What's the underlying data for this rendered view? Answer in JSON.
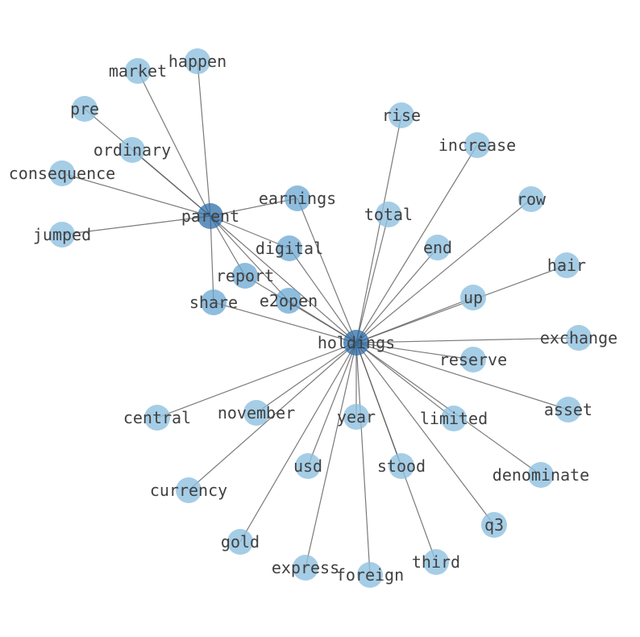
{
  "graph": {
    "type": "network",
    "colors": {
      "leaf": "#8fc0e0",
      "mid": "#6aa7d3",
      "hub": "#2e6da8",
      "edge": "#555555",
      "label": "#404040"
    },
    "nodes": [
      {
        "id": "holdings",
        "label": "holdings",
        "level": "hub"
      },
      {
        "id": "parent",
        "label": "parent",
        "level": "hub"
      },
      {
        "id": "happen",
        "label": "happen",
        "level": "leaf"
      },
      {
        "id": "market",
        "label": "market",
        "level": "leaf"
      },
      {
        "id": "pre",
        "label": "pre",
        "level": "leaf"
      },
      {
        "id": "ordinary",
        "label": "ordinary",
        "level": "leaf"
      },
      {
        "id": "consequence",
        "label": "consequence",
        "level": "leaf"
      },
      {
        "id": "jumped",
        "label": "jumped",
        "level": "leaf"
      },
      {
        "id": "earnings",
        "label": "earnings",
        "level": "mid"
      },
      {
        "id": "digital",
        "label": "digital",
        "level": "mid"
      },
      {
        "id": "report",
        "label": "report",
        "level": "mid"
      },
      {
        "id": "e2open",
        "label": "e2open",
        "level": "mid"
      },
      {
        "id": "share",
        "label": "share",
        "level": "mid"
      },
      {
        "id": "rise",
        "label": "rise",
        "level": "leaf"
      },
      {
        "id": "increase",
        "label": "increase",
        "level": "leaf"
      },
      {
        "id": "total",
        "label": "total",
        "level": "leaf"
      },
      {
        "id": "row",
        "label": "row",
        "level": "leaf"
      },
      {
        "id": "end",
        "label": "end",
        "level": "leaf"
      },
      {
        "id": "hair",
        "label": "hair",
        "level": "leaf"
      },
      {
        "id": "up",
        "label": "up",
        "level": "leaf"
      },
      {
        "id": "exchange",
        "label": "exchange",
        "level": "leaf"
      },
      {
        "id": "reserve",
        "label": "reserve",
        "level": "leaf"
      },
      {
        "id": "asset",
        "label": "asset",
        "level": "leaf"
      },
      {
        "id": "central",
        "label": "central",
        "level": "leaf"
      },
      {
        "id": "november",
        "label": "november",
        "level": "leaf"
      },
      {
        "id": "year",
        "label": "year",
        "level": "leaf"
      },
      {
        "id": "limited",
        "label": "limited",
        "level": "leaf"
      },
      {
        "id": "usd",
        "label": "usd",
        "level": "leaf"
      },
      {
        "id": "stood",
        "label": "stood",
        "level": "leaf"
      },
      {
        "id": "currency",
        "label": "currency",
        "level": "leaf"
      },
      {
        "id": "denominate",
        "label": "denominate",
        "level": "leaf"
      },
      {
        "id": "q3",
        "label": "q3",
        "level": "leaf"
      },
      {
        "id": "gold",
        "label": "gold",
        "level": "leaf"
      },
      {
        "id": "express",
        "label": "express",
        "level": "leaf"
      },
      {
        "id": "foreign",
        "label": "foreign",
        "level": "leaf"
      },
      {
        "id": "third",
        "label": "third",
        "level": "leaf"
      }
    ],
    "edges": [
      [
        "parent",
        "happen"
      ],
      [
        "parent",
        "market"
      ],
      [
        "parent",
        "pre"
      ],
      [
        "parent",
        "ordinary"
      ],
      [
        "parent",
        "consequence"
      ],
      [
        "parent",
        "jumped"
      ],
      [
        "parent",
        "earnings"
      ],
      [
        "parent",
        "digital"
      ],
      [
        "parent",
        "report"
      ],
      [
        "parent",
        "e2open"
      ],
      [
        "parent",
        "share"
      ],
      [
        "parent",
        "holdings"
      ],
      [
        "holdings",
        "earnings"
      ],
      [
        "holdings",
        "digital"
      ],
      [
        "holdings",
        "report"
      ],
      [
        "holdings",
        "e2open"
      ],
      [
        "holdings",
        "share"
      ],
      [
        "holdings",
        "rise"
      ],
      [
        "holdings",
        "increase"
      ],
      [
        "holdings",
        "total"
      ],
      [
        "holdings",
        "row"
      ],
      [
        "holdings",
        "end"
      ],
      [
        "holdings",
        "hair"
      ],
      [
        "holdings",
        "up"
      ],
      [
        "holdings",
        "exchange"
      ],
      [
        "holdings",
        "reserve"
      ],
      [
        "holdings",
        "asset"
      ],
      [
        "holdings",
        "central"
      ],
      [
        "holdings",
        "november"
      ],
      [
        "holdings",
        "year"
      ],
      [
        "holdings",
        "limited"
      ],
      [
        "holdings",
        "usd"
      ],
      [
        "holdings",
        "stood"
      ],
      [
        "holdings",
        "currency"
      ],
      [
        "holdings",
        "denominate"
      ],
      [
        "holdings",
        "q3"
      ],
      [
        "holdings",
        "gold"
      ],
      [
        "holdings",
        "express"
      ],
      [
        "holdings",
        "foreign"
      ],
      [
        "holdings",
        "third"
      ]
    ]
  }
}
